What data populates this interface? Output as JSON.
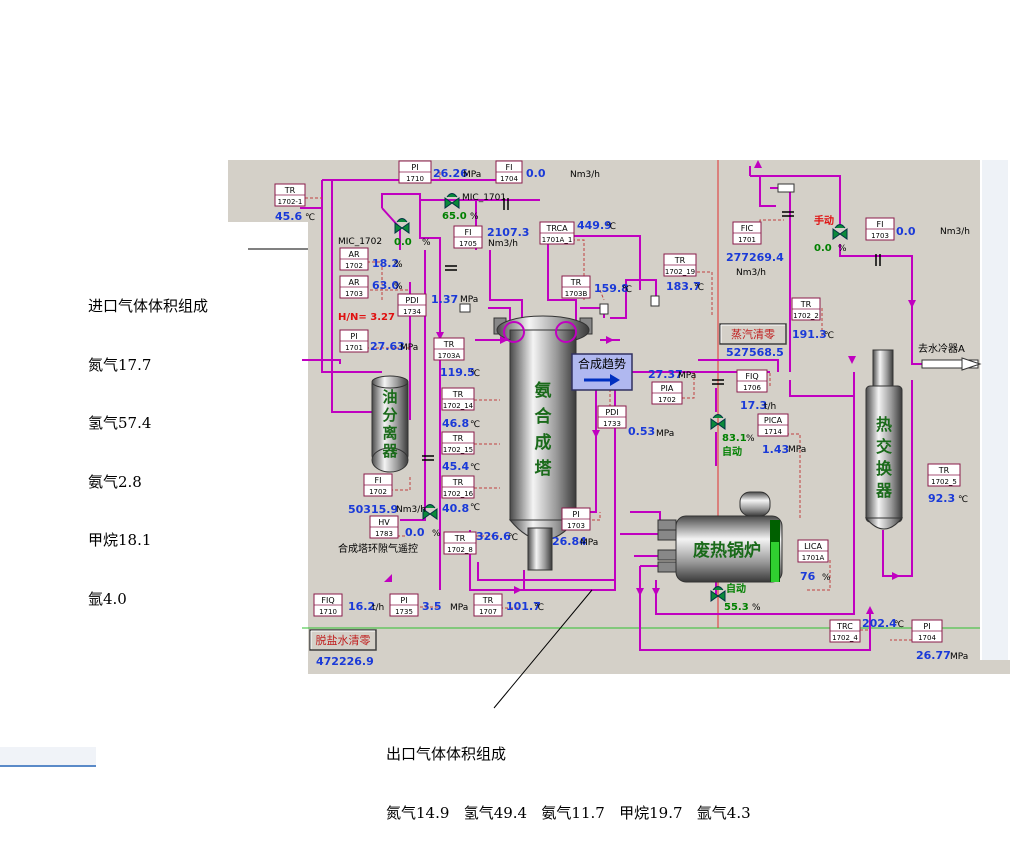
{
  "annotations": {
    "inlet_title": "进口气体体积组成",
    "inlet_lines": [
      "氮气17.7",
      "氢气57.4",
      "氨气2.8",
      "甲烷18.1",
      "氩4.0"
    ],
    "outlet_title": "出口气体体积组成",
    "outlet_line": "氮气14.9   氢气49.4   氨气11.7   甲烷19.7   氩气4.3"
  },
  "instruments": [
    {
      "tag": "PI",
      "id": "1710",
      "value": "26.26",
      "unit": "MPa"
    },
    {
      "tag": "FI",
      "id": "1704",
      "value": "0.0",
      "unit": "Nm3/h"
    },
    {
      "tag": "TR",
      "id": "1702-1",
      "value": "45.6",
      "unit": "℃"
    },
    {
      "tag": "FI",
      "id": "1705",
      "value": "2107.3",
      "unit": "Nm3/h"
    },
    {
      "tag": "TRCA",
      "id": "1701A_1",
      "value": "449.9",
      "unit": "℃"
    },
    {
      "tag": "AR",
      "id": "1702",
      "value": "18.2",
      "unit": "%"
    },
    {
      "tag": "AR",
      "id": "1703",
      "value": "63.0",
      "unit": "%"
    },
    {
      "tag": "PDI",
      "id": "1734",
      "value": "1.37",
      "unit": "MPa"
    },
    {
      "tag": "PI",
      "id": "1701",
      "value": "27.63",
      "unit": "MPa"
    },
    {
      "tag": "TR",
      "id": "1703B",
      "value": "159.8",
      "unit": "℃"
    },
    {
      "tag": "TR",
      "id": "1702_19",
      "value": "183.7",
      "unit": "℃"
    },
    {
      "tag": "FIC",
      "id": "1701",
      "value": "277269.4",
      "unit": "Nm3/h"
    },
    {
      "tag": "FI",
      "id": "1703",
      "value": "0.0",
      "unit": "Nm3/h"
    },
    {
      "tag": "TR",
      "id": "1702_2",
      "value": "191.3",
      "unit": "℃"
    },
    {
      "tag": "TR",
      "id": "1703A",
      "value": "119.5",
      "unit": "℃"
    },
    {
      "tag": "TR",
      "id": "1702_14",
      "value": "46.8",
      "unit": "℃"
    },
    {
      "tag": "TR",
      "id": "1702_15",
      "value": "45.4",
      "unit": "℃"
    },
    {
      "tag": "TR",
      "id": "1702_16",
      "value": "40.8",
      "unit": "℃"
    },
    {
      "tag": "PIA",
      "id": "1702",
      "value": "27.37",
      "unit": "MPa"
    },
    {
      "tag": "FIQ",
      "id": "1706",
      "value": "17.3",
      "unit": "t/h"
    },
    {
      "tag": "PDI",
      "id": "1733",
      "value": "0.53",
      "unit": "MPa"
    },
    {
      "tag": "PICA",
      "id": "1714",
      "value": "1.43",
      "unit": "MPa"
    },
    {
      "tag": "FI",
      "id": "1702",
      "value": "50315.9",
      "unit": "Nm3/h"
    },
    {
      "tag": "PI",
      "id": "1703",
      "value": "26.84",
      "unit": "MPa"
    },
    {
      "tag": "TR",
      "id": "1702_8",
      "value": "326.6",
      "unit": "℃"
    },
    {
      "tag": "HV",
      "id": "1783",
      "value": "0.0",
      "unit": "%"
    },
    {
      "tag": "LICA",
      "id": "1701A",
      "value": "76",
      "unit": "%"
    },
    {
      "tag": "TR",
      "id": "1702_5",
      "value": "92.3",
      "unit": "℃"
    },
    {
      "tag": "FIQ",
      "id": "1710",
      "value": "16.2",
      "unit": "t/h"
    },
    {
      "tag": "PI",
      "id": "1735",
      "value": "3.5",
      "unit": "MPa"
    },
    {
      "tag": "TR",
      "id": "1707",
      "value": "101.7",
      "unit": "℃"
    },
    {
      "tag": "TRC",
      "id": "1702_4",
      "value": "202.4",
      "unit": "℃"
    },
    {
      "tag": "PI",
      "id": "1704",
      "value": "26.77",
      "unit": "MPa"
    }
  ],
  "valves": {
    "mic1701": {
      "label": "MIC_1701",
      "value": "65.0",
      "unit": "%"
    },
    "mic1702": {
      "label": "MIC_1702",
      "value": "0.0",
      "unit": "%"
    },
    "fic_valve": {
      "mode": "手动",
      "value": "0.0",
      "unit": "%"
    },
    "pica_valve": {
      "value": "83.1",
      "unit": "%",
      "mode": "自动"
    },
    "lica_valve": {
      "mode": "自动",
      "value": "55.3",
      "unit": "%"
    }
  },
  "hn_ratio": "H/N= 3.27",
  "equipment": {
    "separator": "油分离器",
    "converter": "氨合成塔",
    "boiler": "废热锅炉",
    "exchanger": "热交换器"
  },
  "buttons": {
    "steam_reset": "蒸汽清零",
    "steam_total": "527568.5",
    "water_reset": "脱盐水清零",
    "water_total": "472226.9",
    "trend": "合成趋势"
  },
  "labels": {
    "to_cooler": "去水冷器A",
    "bypass_remote": "合成塔环隙气遥控"
  },
  "colors": {
    "pipe": "#c000c0",
    "value": "#1a3ad8",
    "alarm": "#e01010",
    "auto": "#008000",
    "panel_bg": "#d4d0c8"
  }
}
